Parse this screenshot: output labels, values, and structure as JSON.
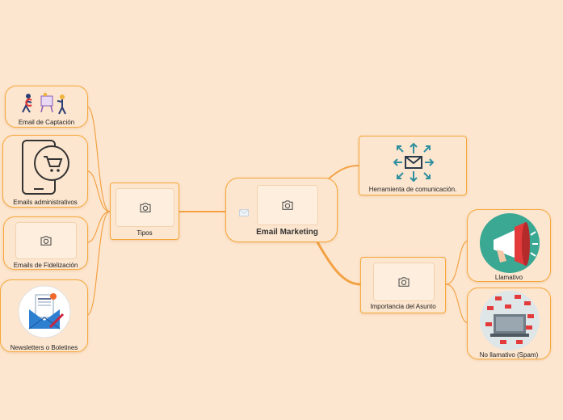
{
  "colors": {
    "background": "#fde6cf",
    "accent": "#f5a83a",
    "connector": "#f3a245"
  },
  "central": {
    "label": "Email Marketing",
    "icon": "camera-icon",
    "side_icon": "envelope-icon"
  },
  "tipos": {
    "label": "Tipos",
    "icon": "camera-icon",
    "children": [
      {
        "label": "Email de Captación",
        "icon": "people-with-magnet-icon"
      },
      {
        "label": "Emails administrativos",
        "icon": "phone-cart-icon"
      },
      {
        "label": "Emails de Fidelización",
        "icon": "camera-icon"
      },
      {
        "label": "Newsletters o Boletines",
        "icon": "newsletter-envelope-icon"
      }
    ]
  },
  "herramienta": {
    "label": "Herramienta de comunicación.",
    "icon": "envelope-arrows-icon"
  },
  "importancia": {
    "label": "Importancia del Asunto",
    "icon": "camera-icon",
    "children": [
      {
        "label": "Llamativo",
        "icon": "megaphone-icon"
      },
      {
        "label": "No llamativo (Spam)",
        "icon": "spam-laptop-icon"
      }
    ]
  }
}
